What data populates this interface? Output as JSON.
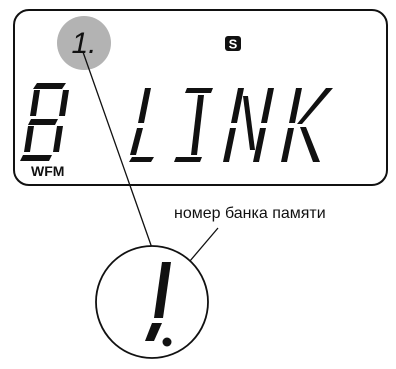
{
  "lcd": {
    "bank_small": "1.",
    "s_badge": "S",
    "large_chars": [
      "B",
      "L",
      "I",
      "N",
      "K"
    ],
    "mode": "WFM"
  },
  "callout": {
    "label": "номер банка памяти",
    "bank_large": "1."
  },
  "colors": {
    "stroke": "#111111",
    "highlight": "#b3b3b3",
    "background": "#ffffff"
  }
}
